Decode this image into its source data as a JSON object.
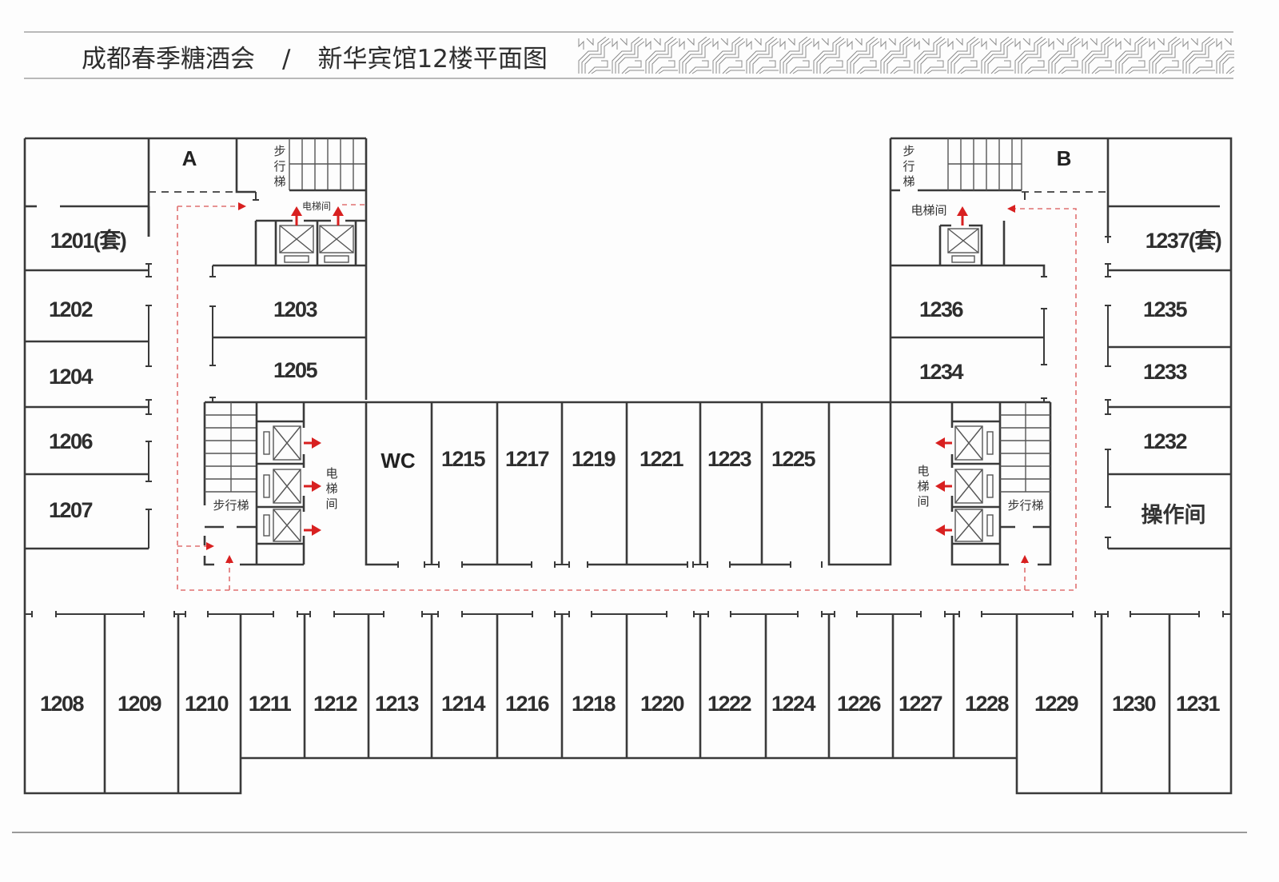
{
  "header": {
    "event": "成都春季糖酒会",
    "separator": "/",
    "venue": "新华宾馆12楼平面图"
  },
  "zones": {
    "a": "A",
    "b": "B"
  },
  "facilities": {
    "stairs": "步行梯",
    "elevator_hall": "电梯间",
    "wc": "WC",
    "operation_room": "操作间"
  },
  "colors": {
    "wall": "#3a3a3a",
    "route": "#e07070",
    "arrow": "#d82020",
    "rule": "#b9b9b9"
  },
  "rooms": {
    "west_wing": [
      "1201(套)",
      "1202",
      "1204",
      "1206",
      "1207"
    ],
    "west_core": [
      "1203",
      "1205"
    ],
    "north_row": [
      "1215",
      "1217",
      "1219",
      "1221",
      "1223",
      "1225"
    ],
    "south_row": [
      "1208",
      "1209",
      "1210",
      "1211",
      "1212",
      "1213",
      "1214",
      "1216",
      "1218",
      "1220",
      "1222",
      "1224",
      "1226",
      "1227",
      "1228",
      "1229",
      "1230",
      "1231"
    ],
    "east_core": [
      "1236",
      "1234"
    ],
    "east_wing": [
      "1237(套)",
      "1235",
      "1233",
      "1232"
    ]
  }
}
